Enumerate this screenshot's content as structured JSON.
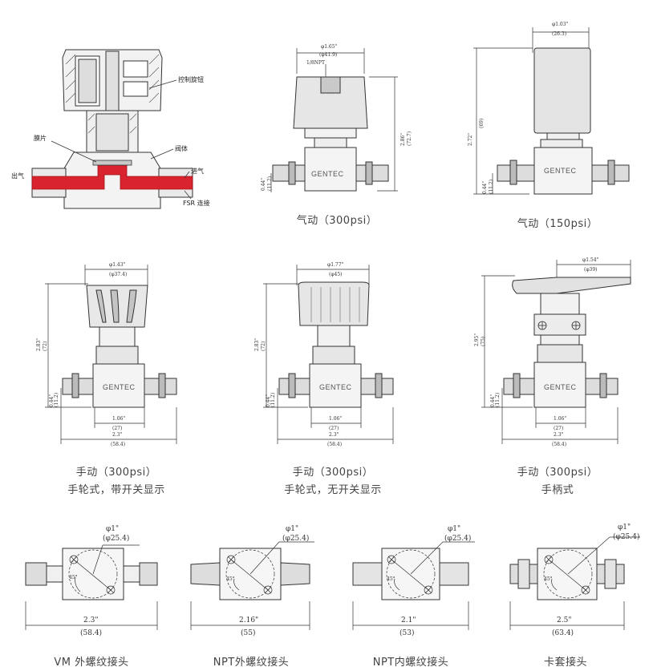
{
  "colors": {
    "line": "#333333",
    "body_fill": "#e9e9e9",
    "flow_red": "#d9232e"
  },
  "brand": "GENTEC",
  "section": {
    "labels": {
      "knob": "控制旋钮",
      "diaphragm": "膜片",
      "body": "阀体",
      "outlet": "出气",
      "inlet": "进气",
      "fsr": "FSR 连接"
    }
  },
  "pneu300": {
    "caption": "气动（300psi）",
    "dim_top1": "φ1.65\"",
    "dim_top2": "(φ41.9)",
    "npt": "1/8NPT",
    "dim_right1": "2.86\"",
    "dim_right2": "(72.7)",
    "dim_left1": "0.44\"",
    "dim_left2": "(11.2)"
  },
  "pneu150": {
    "caption": "气动（150psi）",
    "dim_top1": "φ1.03\"",
    "dim_top2": "(26.3)",
    "dim_left1": "2.72\"",
    "dim_left2": "(69)",
    "dim_left3": "0.44\"",
    "dim_left4": "(11.2)"
  },
  "manual1": {
    "caption1": "手动（300psi）",
    "caption2": "手轮式，带开关显示",
    "dim_top1": "φ1.43\"",
    "dim_top2": "(φ37.4)",
    "dim_h1": "2.83\"",
    "dim_h2": "(72)",
    "dim_l1": "0.44\"",
    "dim_l2": "(11.2)",
    "dim_b1": "1.06\"",
    "dim_b2": "(27)",
    "dim_b3": "2.3\"",
    "dim_b4": "(58.4)"
  },
  "manual2": {
    "caption1": "手动（300psi）",
    "caption2": "手轮式，无开关显示",
    "dim_top1": "φ1.77\"",
    "dim_top2": "(φ45)",
    "dim_h1": "2.83\"",
    "dim_h2": "(72)",
    "dim_l1": "0.44\"",
    "dim_l2": "(11.2)",
    "dim_b1": "1.06\"",
    "dim_b2": "(27)",
    "dim_b3": "2.3\"",
    "dim_b4": "(58.4)"
  },
  "manual3": {
    "caption1": "手动（300psi）",
    "caption2": "手柄式",
    "dim_top1": "φ1.54\"",
    "dim_top2": "(φ39)",
    "dim_h1": "2.95\"",
    "dim_h2": "(75)",
    "dim_l1": "0.44\"",
    "dim_l2": "(11.2)",
    "dim_b1": "1.06\"",
    "dim_b2": "(27)",
    "dim_b3": "2.3\"",
    "dim_b4": "(58.4)"
  },
  "bottom": [
    {
      "caption": "VM 外螺纹接头",
      "dia1": "φ1\"",
      "dia2": "(φ25.4)",
      "angle": "45°",
      "len1": "2.3\"",
      "len2": "(58.4)"
    },
    {
      "caption": "NPT外螺纹接头",
      "dia1": "φ1\"",
      "dia2": "(φ25.4)",
      "angle": "45°",
      "len1": "2.16\"",
      "len2": "(55)"
    },
    {
      "caption": "NPT内螺纹接头",
      "dia1": "φ1\"",
      "dia2": "(φ25.4)",
      "angle": "45°",
      "len1": "2.1\"",
      "len2": "(53)"
    },
    {
      "caption": "卡套接头",
      "dia1": "φ1\"",
      "dia2": "(φ25.4)",
      "angle": "45°",
      "len1": "2.5\"",
      "len2": "(63.4)"
    }
  ]
}
